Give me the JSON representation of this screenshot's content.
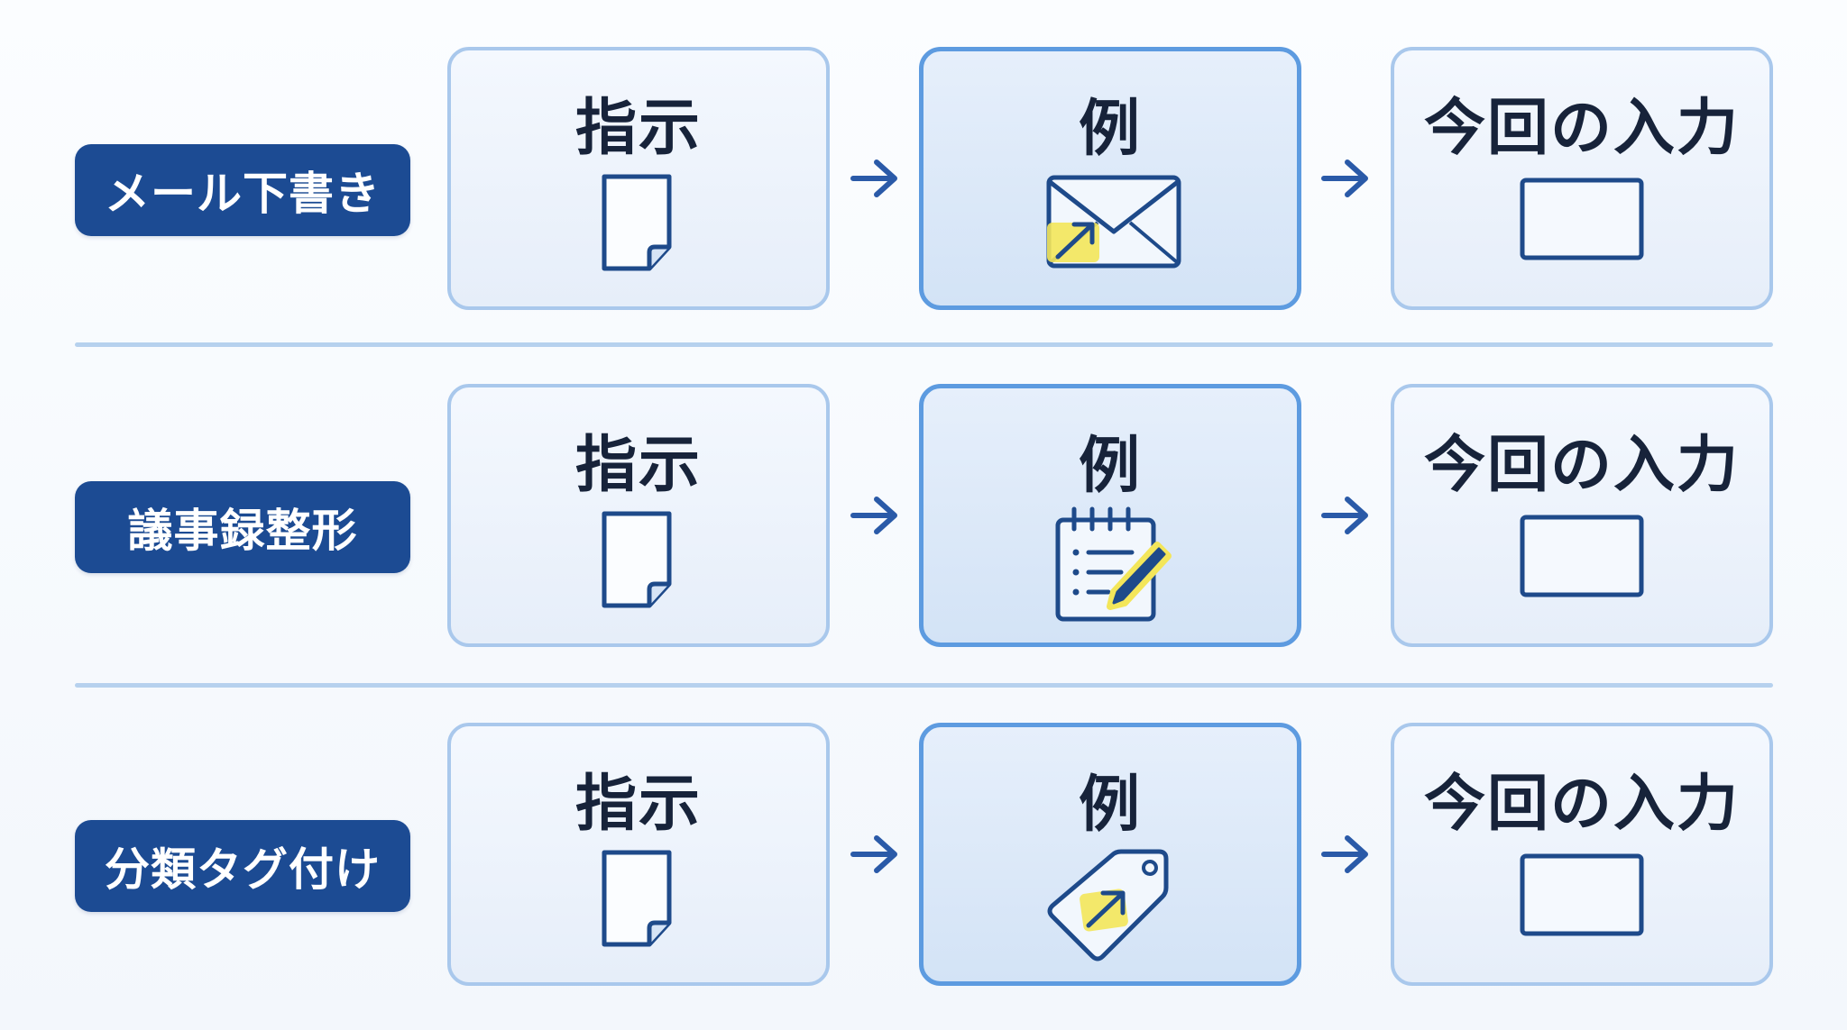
{
  "rows": [
    {
      "label": "メール下書き",
      "instruction_title": "指示",
      "example_title": "例",
      "input_title": "今回の入力",
      "example_icon": "envelope-icon"
    },
    {
      "label": "議事録整形",
      "instruction_title": "指示",
      "example_title": "例",
      "input_title": "今回の入力",
      "example_icon": "notepad-pen-icon"
    },
    {
      "label": "分類タグ付け",
      "instruction_title": "指示",
      "example_title": "例",
      "input_title": "今回の入力",
      "example_icon": "tag-icon"
    }
  ],
  "icons": {
    "instruction": "document-icon",
    "input": "input-box-icon",
    "connector": "arrow-right-icon"
  },
  "colors": {
    "label_background": "#1c4b93",
    "icon_stroke": "#1e4a8a",
    "highlight": "#f3e65a",
    "example_border": "#5d9be0",
    "box_border": "#a9c8ec"
  }
}
